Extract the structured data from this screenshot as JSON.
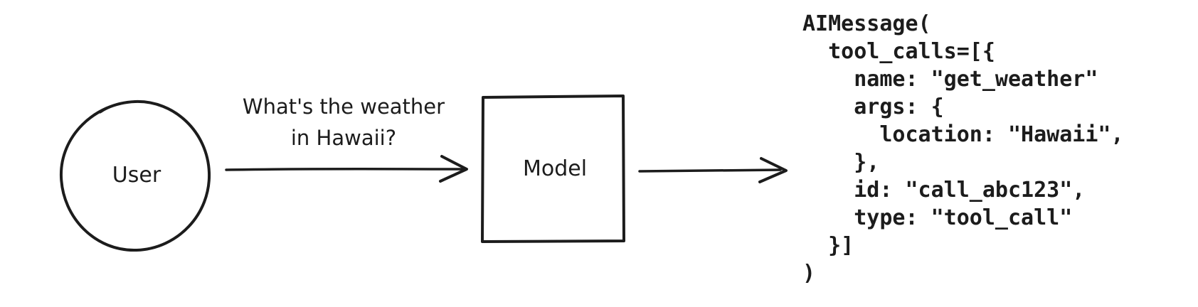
{
  "colors": {
    "ink": "#1c1c1c",
    "background": "#ffffff"
  },
  "nodes": {
    "user": {
      "label": "User"
    },
    "model": {
      "label": "Model"
    }
  },
  "message": {
    "line1": "What's the weather",
    "line2": "in Hawaii?"
  },
  "output_code": "AIMessage(\n  tool_calls=[{\n    name: \"get_weather\"\n    args: {\n      location: \"Hawaii\",\n    },\n    id: \"call_abc123\",\n    type: \"tool_call\"\n  }]\n)"
}
